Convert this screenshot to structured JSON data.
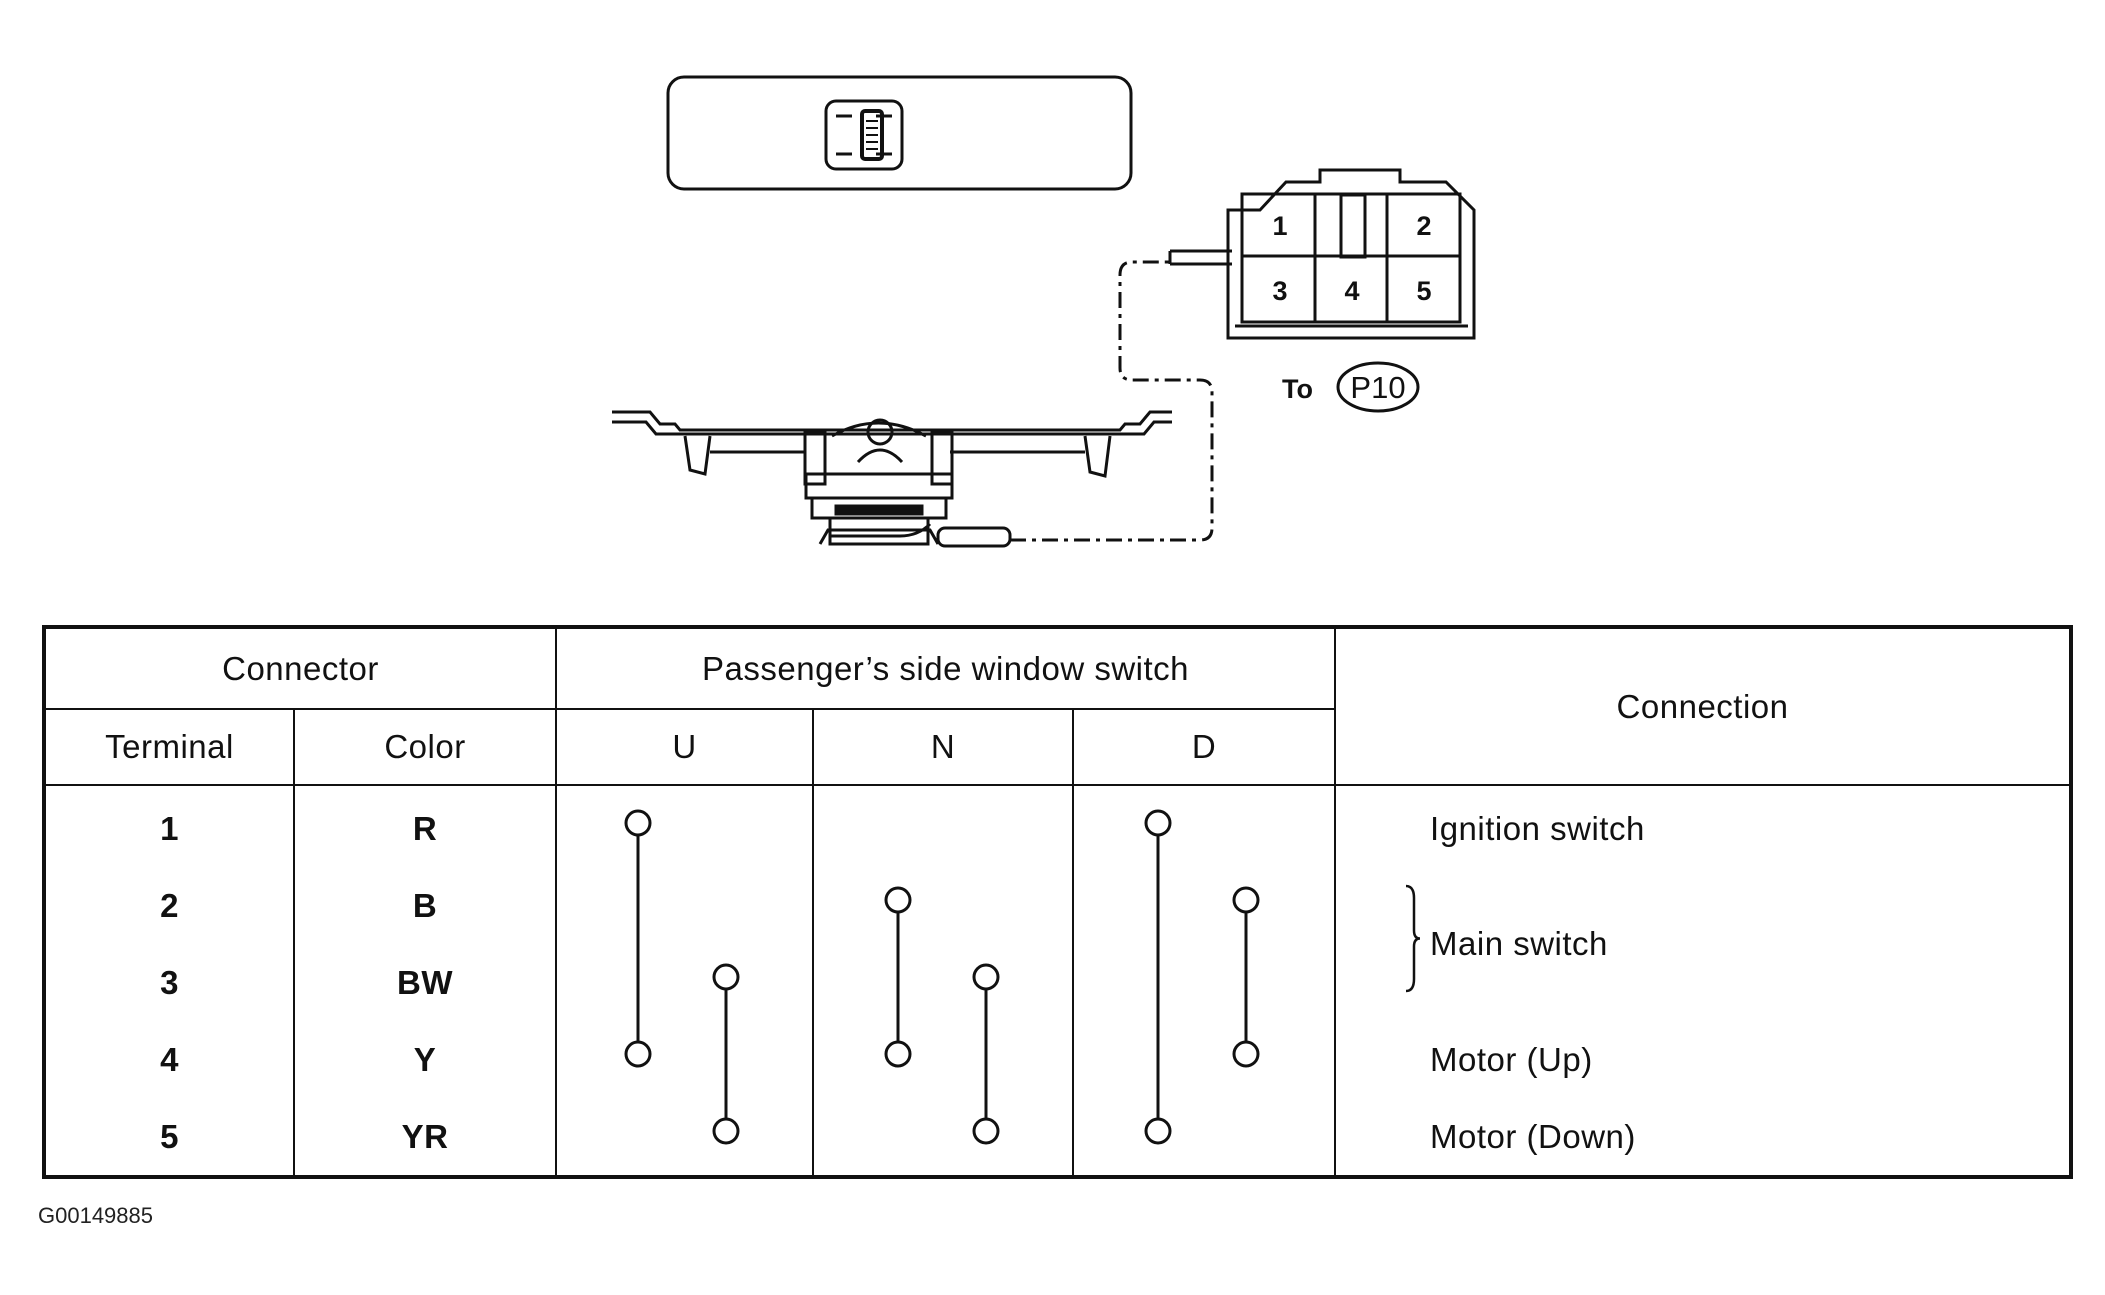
{
  "connector_diagram": {
    "pins": [
      "1",
      "2",
      "3",
      "4",
      "5"
    ],
    "to_label": "To",
    "connector_code": "P10"
  },
  "table": {
    "group_headers": {
      "connector": "Connector",
      "switch": "Passenger’s side window switch",
      "connection": "Connection"
    },
    "sub_headers": {
      "terminal": "Terminal",
      "color": "Color",
      "positions": [
        "U",
        "N",
        "D"
      ]
    },
    "rows": [
      {
        "terminal": "1",
        "color": "R",
        "connection": "Ignition switch"
      },
      {
        "terminal": "2",
        "color": "B",
        "connection": "Main switch"
      },
      {
        "terminal": "3",
        "color": "BW",
        "connection": ""
      },
      {
        "terminal": "4",
        "color": "Y",
        "connection": "Motor (Up)"
      },
      {
        "terminal": "5",
        "color": "YR",
        "connection": "Motor (Down)"
      }
    ],
    "continuity": [
      {
        "position": "U",
        "groups": [
          [
            1,
            4
          ],
          [
            3,
            5
          ]
        ]
      },
      {
        "position": "N",
        "groups": [
          [
            2,
            4
          ],
          [
            3,
            5
          ]
        ]
      },
      {
        "position": "D",
        "groups": [
          [
            1,
            5
          ],
          [
            2,
            4
          ]
        ]
      }
    ],
    "bracket_terminals": [
      2,
      3
    ]
  },
  "figure_code": "G00149885"
}
